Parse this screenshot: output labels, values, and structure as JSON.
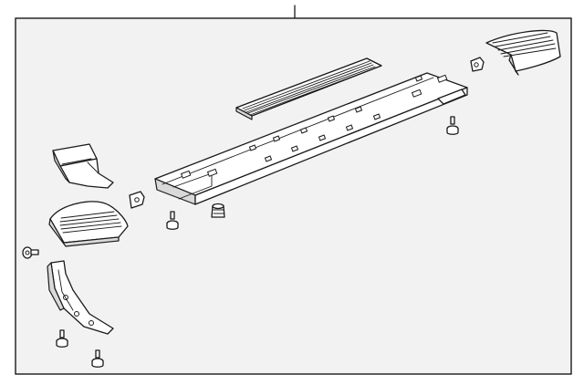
{
  "diagram": {
    "panel_fill": "#f2f2f2",
    "line_color": "#1a1a1a",
    "part_fill": "#ffffff",
    "shade_fill": "#d9d9d9",
    "parts": [
      "leader-line",
      "running-board",
      "step-pad",
      "front-end-cap",
      "rear-end-cap",
      "front-bracket",
      "mounting-bracket",
      "clip",
      "bolt",
      "nut"
    ]
  }
}
